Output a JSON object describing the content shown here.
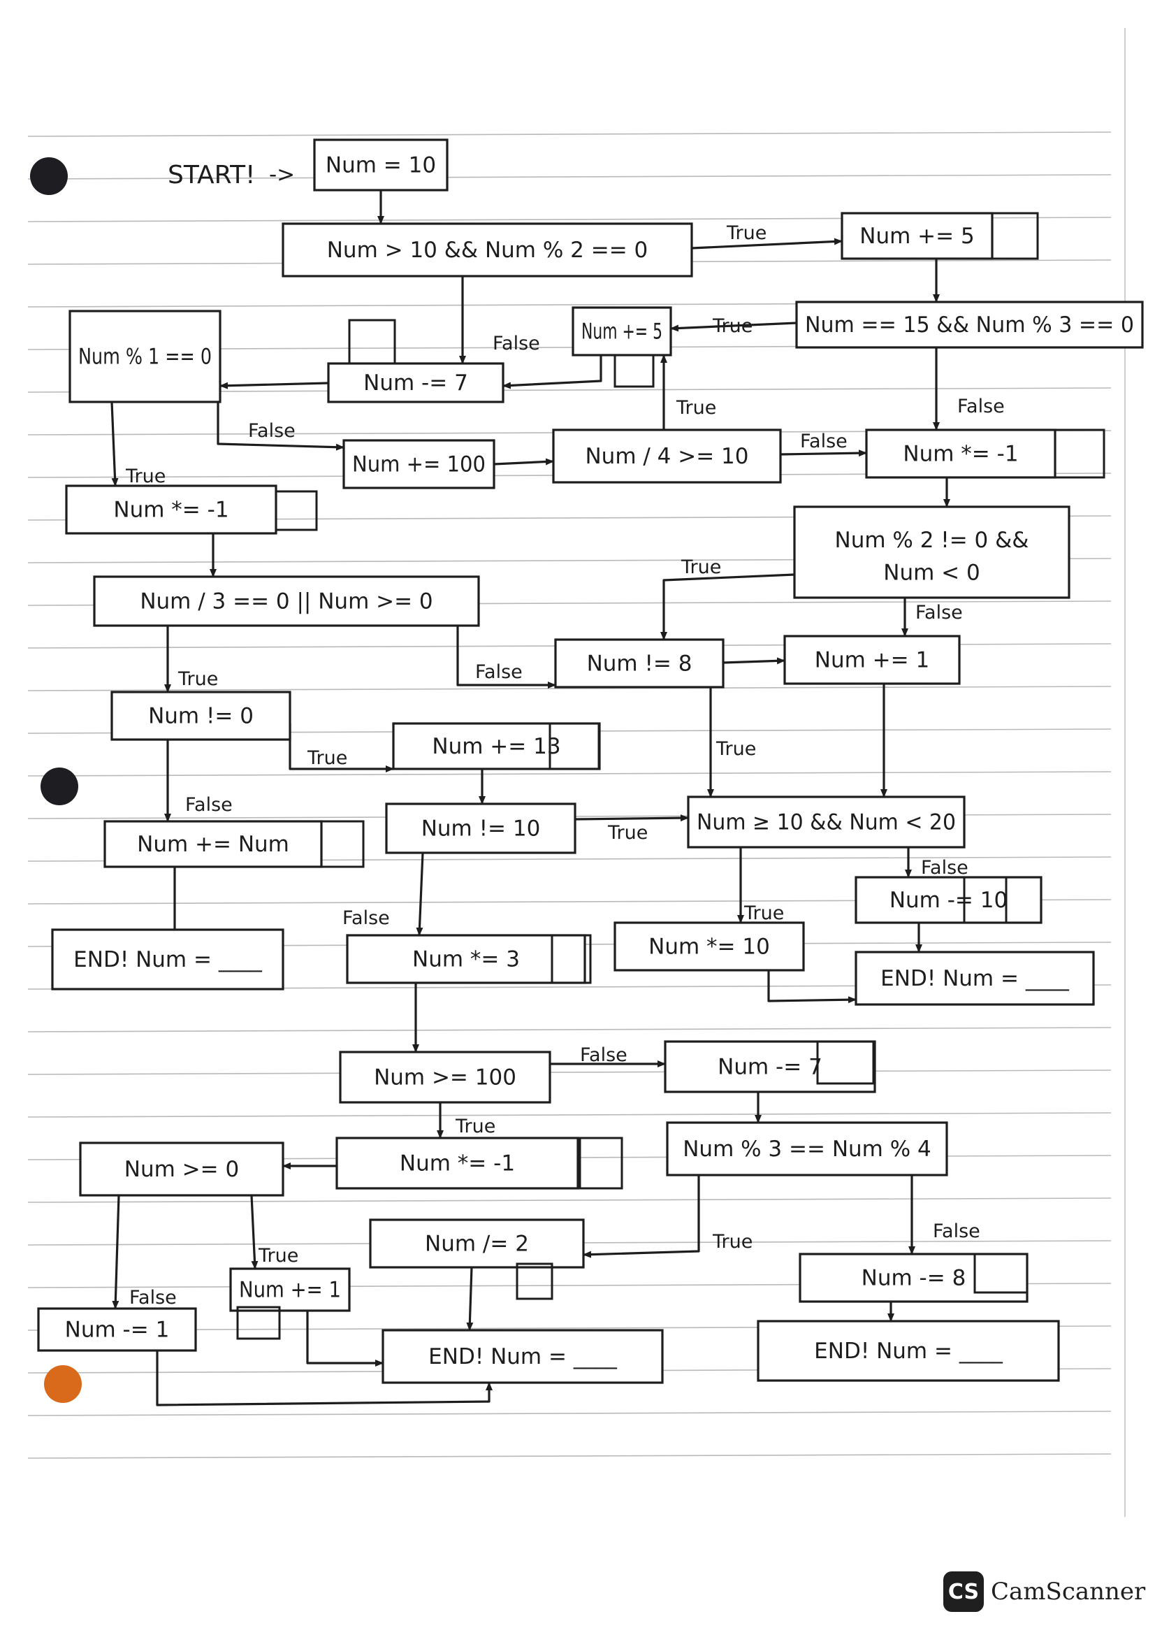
{
  "diagram": {
    "title": "START!",
    "title_arrow": "->",
    "nodes": [
      {
        "id": "n01",
        "label": "Num = 10"
      },
      {
        "id": "n02",
        "label": "Num > 10 && Num % 2 == 0"
      },
      {
        "id": "n03",
        "label": "Num += 5"
      },
      {
        "id": "n04",
        "label": "Num == 15 && Num % 3 == 0"
      },
      {
        "id": "n05",
        "label": "Num += 5"
      },
      {
        "id": "n06",
        "label": "Num -= 7"
      },
      {
        "id": "n07",
        "label": "Num % 1 == 0"
      },
      {
        "id": "n08",
        "label": "Num += 100"
      },
      {
        "id": "n09",
        "label": "Num / 4 >= 10"
      },
      {
        "id": "n10",
        "label": "Num *= -1"
      },
      {
        "id": "n11",
        "label": "Num *= -1"
      },
      {
        "id": "n12",
        "label": "Num % 2 != 0 &&",
        "label2": "Num < 0"
      },
      {
        "id": "n13",
        "label": "Num / 3 == 0 || Num >= 0"
      },
      {
        "id": "n14",
        "label": "Num != 8"
      },
      {
        "id": "n15",
        "label": "Num += 1"
      },
      {
        "id": "n16",
        "label": "Num != 0"
      },
      {
        "id": "n17",
        "label": "Num += 13"
      },
      {
        "id": "n18",
        "label": "Num += Num"
      },
      {
        "id": "n19",
        "label": "Num != 10"
      },
      {
        "id": "n20",
        "label": "Num ≥ 10 && Num < 20"
      },
      {
        "id": "n21",
        "label": "Num -= 10"
      },
      {
        "id": "n22",
        "label": "END! Num = ____"
      },
      {
        "id": "n23",
        "label": "Num *= 3"
      },
      {
        "id": "n24",
        "label": "Num *= 10"
      },
      {
        "id": "n25",
        "label": "END! Num = ____"
      },
      {
        "id": "n26",
        "label": "Num >= 100"
      },
      {
        "id": "n27",
        "label": "Num -= 7"
      },
      {
        "id": "n28",
        "label": "Num *= -1"
      },
      {
        "id": "n29",
        "label": "Num % 3 == Num % 4"
      },
      {
        "id": "n30",
        "label": "Num >= 0"
      },
      {
        "id": "n31",
        "label": "Num /= 2"
      },
      {
        "id": "n32",
        "label": "Num += 1"
      },
      {
        "id": "n33",
        "label": "Num -= 8"
      },
      {
        "id": "n34",
        "label": "Num -= 1"
      },
      {
        "id": "n35",
        "label": "END! Num = ____"
      },
      {
        "id": "n36",
        "label": "END! Num = ____"
      }
    ],
    "edges": [
      {
        "id": "e01",
        "from": "n01",
        "to": "n02",
        "label": ""
      },
      {
        "id": "e02",
        "from": "n02",
        "to": "n03",
        "label": "True"
      },
      {
        "id": "e03",
        "from": "n02",
        "to": "n06",
        "label": "False"
      },
      {
        "id": "e04",
        "from": "n03",
        "to": "n04",
        "label": ""
      },
      {
        "id": "e05",
        "from": "n04",
        "to": "n05",
        "label": "True"
      },
      {
        "id": "e06",
        "from": "n04",
        "to": "n10",
        "label": "False"
      },
      {
        "id": "e07",
        "from": "n05",
        "to": "n06",
        "label": ""
      },
      {
        "id": "e08",
        "from": "n06",
        "to": "n07",
        "label": ""
      },
      {
        "id": "e09",
        "from": "n07",
        "to": "n08",
        "label": "False"
      },
      {
        "id": "e10",
        "from": "n07",
        "to": "n11",
        "label": "True"
      },
      {
        "id": "e11",
        "from": "n08",
        "to": "n09",
        "label": ""
      },
      {
        "id": "e12",
        "from": "n09",
        "to": "n05",
        "label": "True"
      },
      {
        "id": "e13",
        "from": "n09",
        "to": "n10",
        "label": "False"
      },
      {
        "id": "e14",
        "from": "n10",
        "to": "n12",
        "label": ""
      },
      {
        "id": "e15",
        "from": "n11",
        "to": "n13",
        "label": ""
      },
      {
        "id": "e16",
        "from": "n12",
        "to": "n14",
        "label": "True"
      },
      {
        "id": "e17",
        "from": "n12",
        "to": "n15",
        "label": "False"
      },
      {
        "id": "e18",
        "from": "n13",
        "to": "n16",
        "label": "True"
      },
      {
        "id": "e19",
        "from": "n13",
        "to": "n14",
        "label": "False"
      },
      {
        "id": "e20",
        "from": "n14",
        "to": "n15",
        "label": ""
      },
      {
        "id": "e21",
        "from": "n14",
        "to": "n20",
        "label": "True"
      },
      {
        "id": "e22",
        "from": "n15",
        "to": "n20",
        "label": ""
      },
      {
        "id": "e23",
        "from": "n16",
        "to": "n17",
        "label": "True"
      },
      {
        "id": "e24",
        "from": "n16",
        "to": "n18",
        "label": "False"
      },
      {
        "id": "e25",
        "from": "n17",
        "to": "n19",
        "label": ""
      },
      {
        "id": "e26",
        "from": "n18",
        "to": "n22",
        "label": ""
      },
      {
        "id": "e27",
        "from": "n19",
        "to": "n20",
        "label": "True"
      },
      {
        "id": "e28",
        "from": "n19",
        "to": "n23",
        "label": "False"
      },
      {
        "id": "e29",
        "from": "n20",
        "to": "n21",
        "label": "False"
      },
      {
        "id": "e30",
        "from": "n20",
        "to": "n24",
        "label": "True"
      },
      {
        "id": "e31",
        "from": "n21",
        "to": "n25",
        "label": ""
      },
      {
        "id": "e32",
        "from": "n24",
        "to": "n25",
        "label": ""
      },
      {
        "id": "e33",
        "from": "n23",
        "to": "n26",
        "label": ""
      },
      {
        "id": "e34",
        "from": "n26",
        "to": "n27",
        "label": "False"
      },
      {
        "id": "e35",
        "from": "n26",
        "to": "n28",
        "label": "True"
      },
      {
        "id": "e36",
        "from": "n27",
        "to": "n29",
        "label": ""
      },
      {
        "id": "e37",
        "from": "n28",
        "to": "n30",
        "label": ""
      },
      {
        "id": "e38",
        "from": "n29",
        "to": "n31",
        "label": "True"
      },
      {
        "id": "e39",
        "from": "n29",
        "to": "n33",
        "label": "False"
      },
      {
        "id": "e40",
        "from": "n30",
        "to": "n32",
        "label": "True"
      },
      {
        "id": "e41",
        "from": "n30",
        "to": "n34",
        "label": "False"
      },
      {
        "id": "e42",
        "from": "n31",
        "to": "n35",
        "label": ""
      },
      {
        "id": "e43",
        "from": "n32",
        "to": "n35",
        "label": ""
      },
      {
        "id": "e44",
        "from": "n34",
        "to": "n35",
        "label": ""
      },
      {
        "id": "e45",
        "from": "n33",
        "to": "n36",
        "label": ""
      }
    ]
  },
  "app": {
    "logo_text": "CS",
    "name": "CamScanner"
  }
}
